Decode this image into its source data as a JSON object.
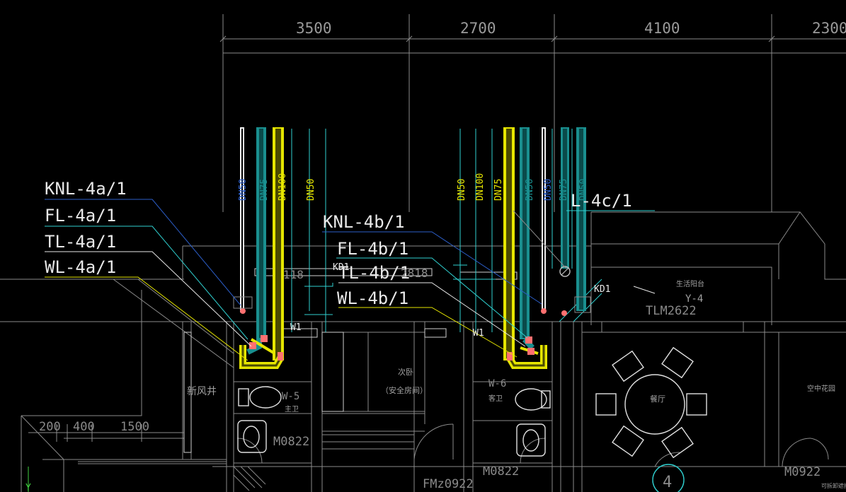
{
  "dimensions": {
    "top": [
      "3500",
      "2700",
      "4100",
      "2300"
    ],
    "bottom": [
      "200",
      "400",
      "1500"
    ]
  },
  "labels_left": {
    "knl": "KNL-4a/1",
    "fl": "FL-4a/1",
    "tl": "TL-4a/1",
    "wl": "WL-4a/1"
  },
  "labels_mid": {
    "knl": "KNL-4b/1",
    "fl": "FL-4b/1",
    "tl": "TL-4b/1",
    "wl": "WL-4b/1"
  },
  "label_right": "L-4c/1",
  "pipe_sizes_a": [
    "DN50",
    "DN75",
    "DN100",
    "DN50"
  ],
  "pipe_sizes_b": [
    "DN50",
    "DN100",
    "DN75",
    "DN50"
  ],
  "pipe_sizes_c": [
    "DN50",
    "DN75",
    "DN50"
  ],
  "small_labels": {
    "kd1_a": "KD1",
    "kd1_b": "KD1",
    "w1_a": "W1",
    "w1_b": "W1",
    "window_a": "118",
    "window_b": "2818",
    "tlm": "TLM2622",
    "balcony": "生活阳台",
    "y4": "Y-4",
    "w5": "W-5",
    "w6": "W-6",
    "zhuwei": "主卫",
    "kewei": "客卫",
    "shaft": "新风井",
    "bedroom": "次卧",
    "bedroom_sub": "（安全房间）",
    "dining": "餐厅",
    "garden": "空中花园",
    "m0822_a": "M0822",
    "m0822_b": "M0822",
    "fm": "FMz0922",
    "m0922": "M0922",
    "axis": "4",
    "corner_note": "可拆卸遮挡",
    "y_axis": "Y"
  },
  "colors": {
    "yellow": "#e6e600",
    "teal": "#1a8f8f",
    "cyan": "#2fd0d0",
    "white": "#e8e8e8",
    "blue": "#2c5ec9",
    "gray": "#8a8a8a",
    "pink": "#ff7070"
  }
}
